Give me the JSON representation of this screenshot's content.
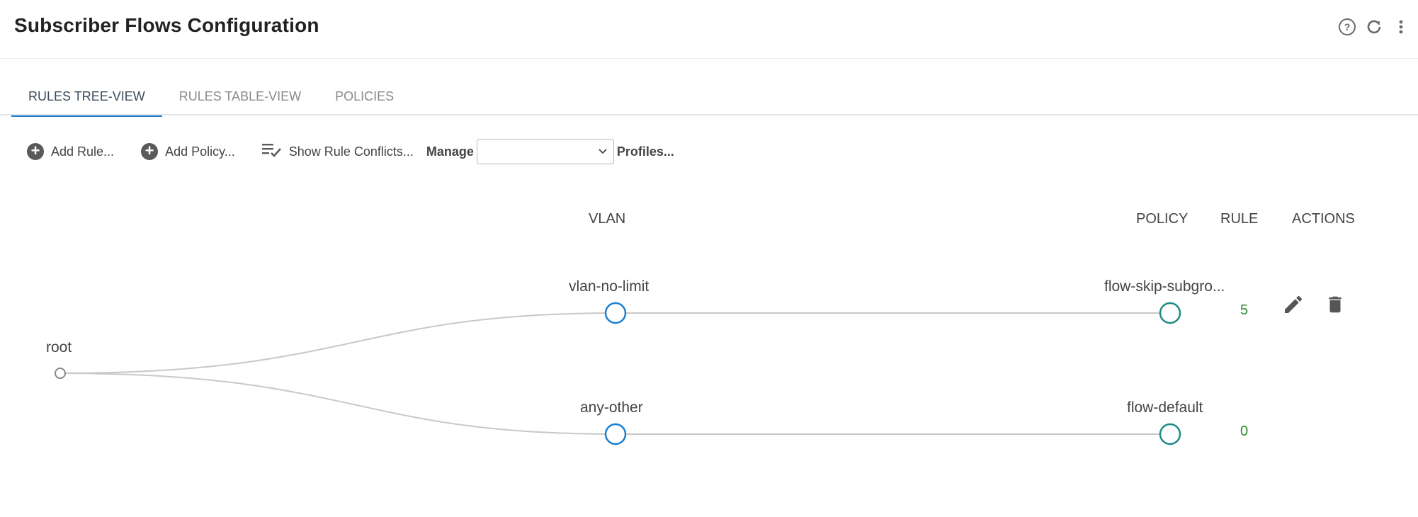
{
  "header": {
    "title": "Subscriber Flows Configuration"
  },
  "tabs": [
    {
      "label": "RULES TREE-VIEW",
      "active": true
    },
    {
      "label": "RULES TABLE-VIEW",
      "active": false
    },
    {
      "label": "POLICIES",
      "active": false
    }
  ],
  "toolbar": {
    "add_rule": "Add Rule...",
    "add_policy": "Add Policy...",
    "show_conflicts": "Show Rule Conflicts...",
    "manage_label": "Manage",
    "manage_value": "",
    "profiles": "Profiles..."
  },
  "columns": {
    "vlan": "VLAN",
    "policy": "POLICY",
    "rule": "RULE",
    "actions": "ACTIONS"
  },
  "tree": {
    "root": "root",
    "rows": [
      {
        "vlan": "vlan-no-limit",
        "policy": "flow-skip-subgro...",
        "rule": "5"
      },
      {
        "vlan": "any-other",
        "policy": "flow-default",
        "rule": "0"
      }
    ]
  },
  "icons": {
    "header": [
      "help-icon",
      "refresh-icon",
      "more-vert-icon"
    ],
    "actions": [
      "edit-icon",
      "delete-icon"
    ]
  },
  "colors": {
    "accent": "#1a7fd1",
    "vlan_node": "#1a7fd1",
    "policy_node": "#1e8a87",
    "rule_count": "#2e8b2e"
  }
}
